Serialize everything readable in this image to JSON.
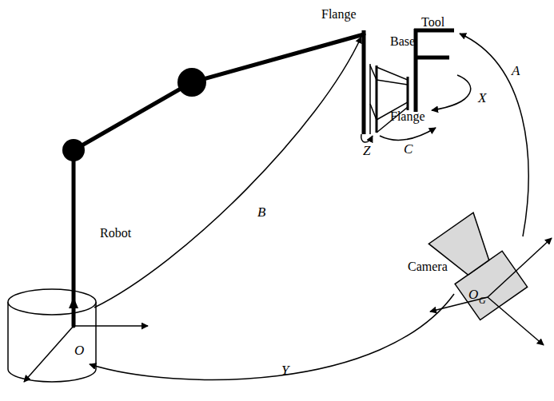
{
  "diagram": {
    "labels": [
      "Flange",
      "Base",
      "Tool",
      "A",
      "X",
      "Flange",
      "Z",
      "C",
      "Robot",
      "B",
      "Camera",
      "O",
      "G",
      "O",
      "Y"
    ]
  }
}
